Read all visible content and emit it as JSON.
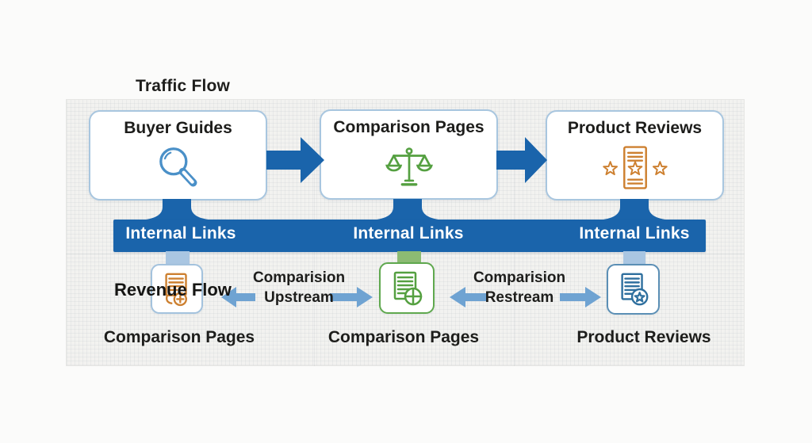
{
  "title": "Traffic Flow",
  "colors": {
    "primary_blue": "#1a64ab",
    "light_arrow_blue": "#6fa3d2",
    "stub_blue": "#a9c6e2",
    "stub_green": "#8cbb73",
    "box_border_blue": "#a8c6df",
    "tile_border_blue": "#a3c2dd",
    "tile_border_green": "#5fa84e",
    "tile_border_steel": "#5b8fb5",
    "icon_blue": "#4a90c8",
    "icon_green": "#55a041",
    "icon_orange": "#cd8030",
    "icon_steel": "#2e6f9e",
    "text_dark": "#1d1d1b",
    "banner_text": "#ffffff"
  },
  "top_row": {
    "boxes": [
      {
        "title": "Buyer Guides",
        "icon": "magnifier-icon"
      },
      {
        "title": "Comparison Pages",
        "icon": "balance-scale-icon"
      },
      {
        "title": "Product Reviews",
        "icon": "review-stars-document-icon"
      }
    ]
  },
  "banner": {
    "labels": [
      "Internal Links",
      "Internal Links",
      "Internal Links"
    ]
  },
  "bottom_row": {
    "revenue_flow_label": "Revenue Flow",
    "tiles": [
      {
        "label": "Comparison Pages",
        "icon": "document-add-icon"
      },
      {
        "label": "Comparison Pages",
        "icon": "document-target-icon"
      },
      {
        "label": "Product Reviews",
        "icon": "document-star-icon"
      }
    ],
    "flow_labels": [
      {
        "line1": "Comparision",
        "line2": "Upstream"
      },
      {
        "line1": "Comparision",
        "line2": "Restream"
      }
    ]
  }
}
